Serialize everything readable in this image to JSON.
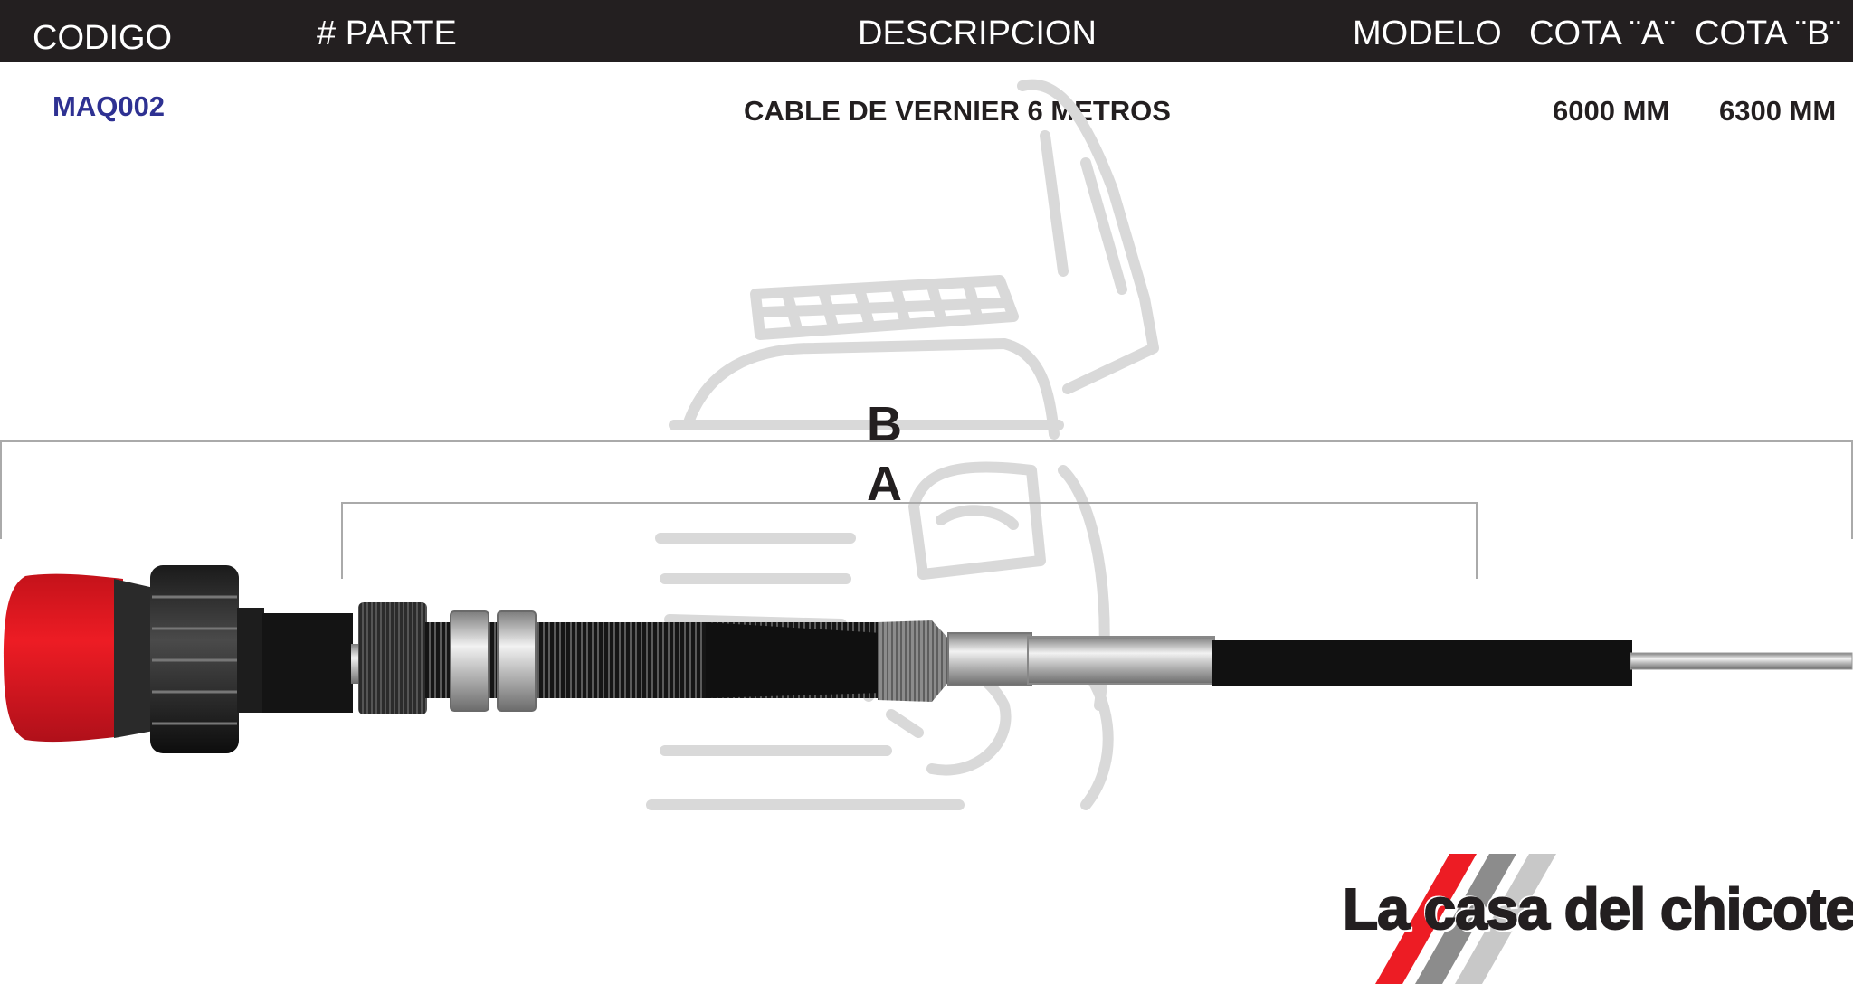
{
  "header": {
    "codigo": "CODIGO",
    "parte": "# PARTE",
    "descripcion": "DESCRIPCION",
    "modelo": "MODELO",
    "cota_a": "COTA ¨A¨",
    "cota_b": "COTA ¨B¨"
  },
  "row": {
    "codigo": "MAQ002",
    "parte": "",
    "descripcion": "CABLE DE VERNIER 6 METROS",
    "modelo": "",
    "cota_a": "6000  MM",
    "cota_b": "6300  MM"
  },
  "dimensions": {
    "b_label": "B",
    "a_label": "A"
  },
  "brand": {
    "name": "La casa del chicote"
  },
  "colors": {
    "header_bg": "#231f20",
    "code_text": "#2e3192",
    "knob_red": "#ed1c24",
    "cable_black": "#111111",
    "watermark": "#d9d9d9"
  }
}
